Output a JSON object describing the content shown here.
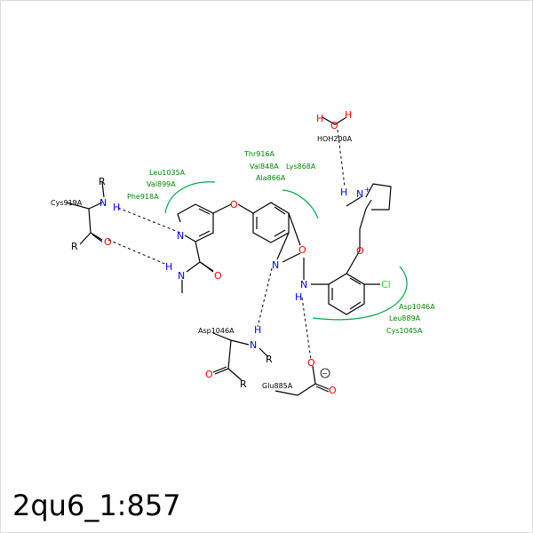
{
  "title": "2qu6_1:857",
  "colors": {
    "bond": "#000000",
    "nitrogen": "#0000ff",
    "oxygen": "#ff0000",
    "chlorine": "#33cc33",
    "residue": "#008800",
    "arc": "#00aa44"
  },
  "residues": {
    "leu1035": "Leu1035A",
    "val899": "Val899A",
    "phe918": "Phe918A",
    "thr916": "Thr916A",
    "val848": "Val848A",
    "lys868": "Lys868A",
    "ala866": "Ala866A",
    "asp1046_r": "Asp1046A",
    "leu889": "Leu889A",
    "cys1045": "Cys1045A"
  },
  "labels": {
    "cys919": "Cys919A",
    "asp1046": "Asp1046A",
    "glu885": "Glu885A",
    "hoh200": "HOH200A"
  },
  "atoms": {
    "N": "N",
    "H": "H",
    "O": "O",
    "R": "R",
    "Cl": "Cl",
    "plus": "+",
    "minus": "−"
  }
}
